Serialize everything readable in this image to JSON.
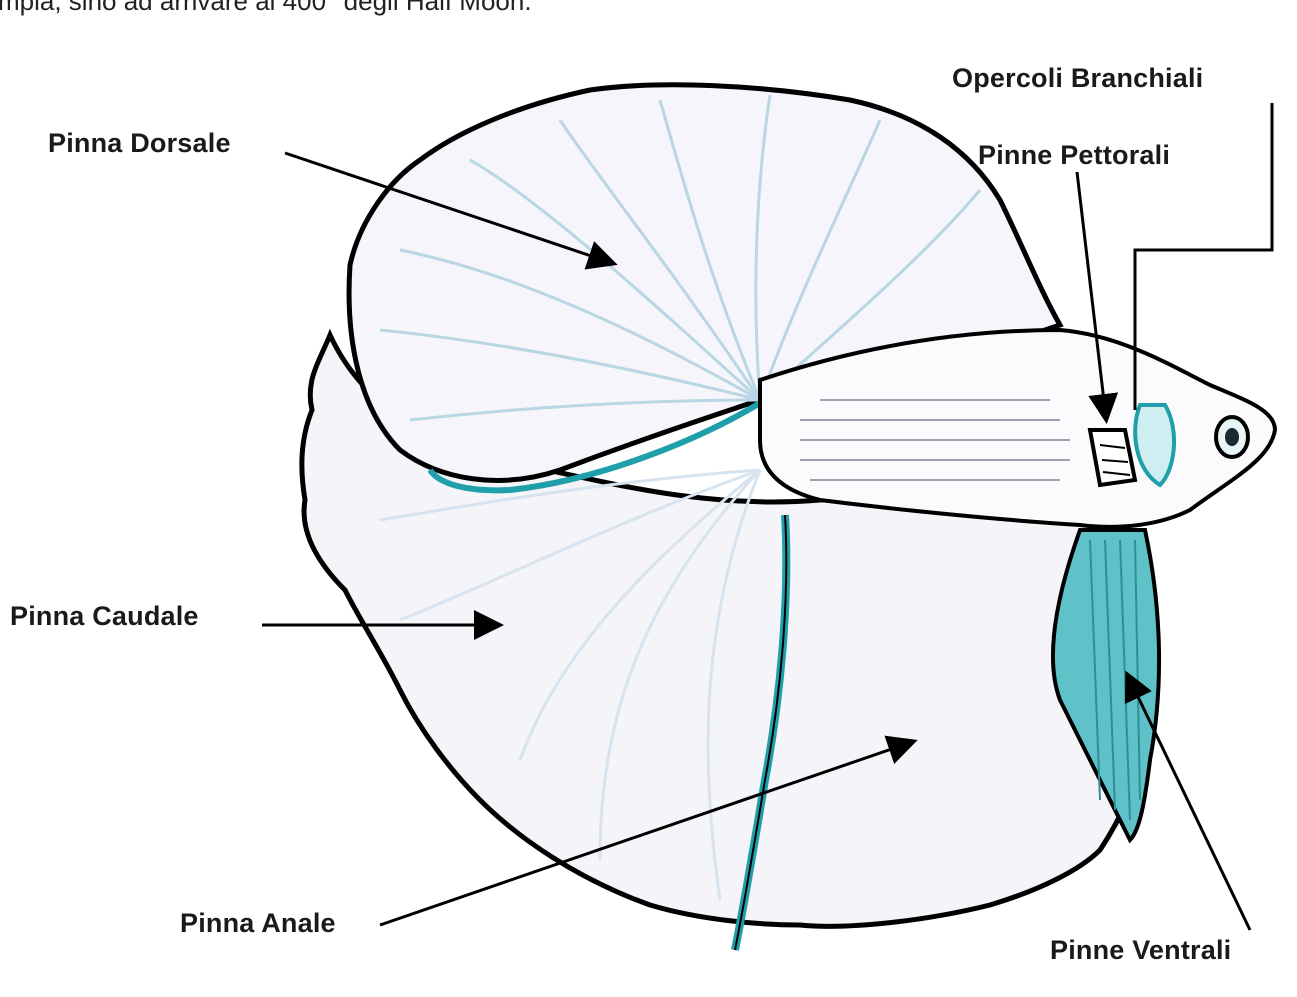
{
  "top_text": "mpia, sino ad arrivare ai 400° degli Half Moon.",
  "labels": {
    "pinna_dorsale": "Pinna Dorsale",
    "opercoli_branchiali": "Opercoli Branchiali",
    "pinne_pettorali": "Pinne Pettorali",
    "pinna_caudale": "Pinna Caudale",
    "pinna_anale": "Pinna Anale",
    "pinne_ventrali": "Pinne Ventrali"
  },
  "colors": {
    "outline": "#000000",
    "fin_accent": "#1f9faa",
    "fin_fill": "#f4f4f9",
    "ray": "#b8d6e4",
    "ventral_fill": "#5fc2c8"
  }
}
